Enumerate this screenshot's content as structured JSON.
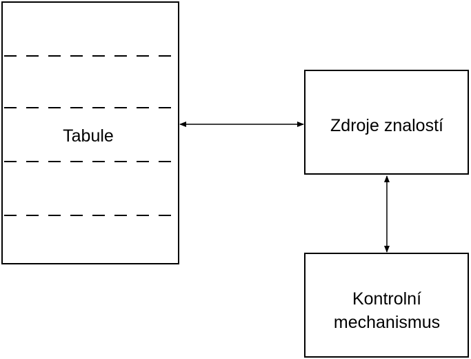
{
  "diagram": {
    "blackboard": {
      "label": "Tabule",
      "sections": 5
    },
    "knowledge_sources": {
      "label": "Zdroje znalostí"
    },
    "control": {
      "label_line1": "Kontrolní",
      "label_line2": "mechanismus"
    },
    "connections": [
      {
        "from": "blackboard",
        "to": "knowledge_sources",
        "direction": "both"
      },
      {
        "from": "knowledge_sources",
        "to": "control",
        "direction": "both"
      }
    ],
    "colors": {
      "stroke": "#000000",
      "background": "#ffffff"
    }
  }
}
